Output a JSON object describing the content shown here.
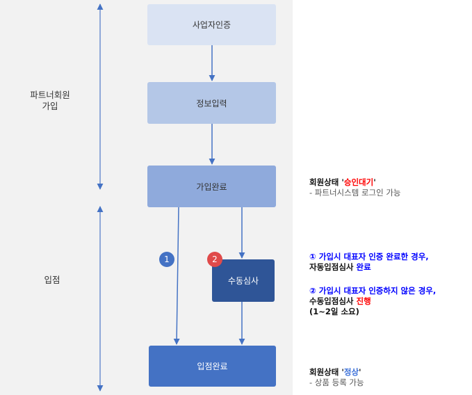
{
  "stages": {
    "partner_signup": [
      "파트너회원",
      "가입"
    ],
    "store_entry": "입점"
  },
  "boxes": {
    "biz_auth": "사업자인증",
    "info_input": "정보입력",
    "signup_complete": "가입완료",
    "manual_review": "수동심사",
    "entry_complete": "입점완료"
  },
  "badges": {
    "one": "1",
    "two": "2"
  },
  "notes": {
    "pending": {
      "prefix": "회원상태 '",
      "status": "승인대기",
      "suffix": "'",
      "detail": "- 파트너시스템 로그인 가능"
    },
    "case1": {
      "line1": "① 가입시 대표자 인증 완료한 경우,",
      "line2_prefix": "자동입점심사 ",
      "line2_status": "완료"
    },
    "case2": {
      "line1": "② 가입시 대표자 인증하지 않은 경우,",
      "line2_prefix": "수동입점심사 ",
      "line2_status": "진행",
      "line3": "(1~2일 소요)"
    },
    "normal": {
      "prefix": "회원상태 '",
      "status": "정상",
      "suffix": "'",
      "detail": "- 상품 등록 가능"
    }
  },
  "colors": {
    "panel": "#f2f2f2",
    "box_lightest": "#dae3f3",
    "box_light": "#b4c7e7",
    "box_mid": "#8faadc",
    "box_dark": "#2f5597",
    "box_entry": "#4472c4",
    "arrow": "#4472c4",
    "badge_blue": "#4472c4",
    "badge_red": "#e04a4a",
    "text_blue": "#0000ff",
    "text_red": "#ff0000",
    "status_blue": "#3a6fd8"
  }
}
